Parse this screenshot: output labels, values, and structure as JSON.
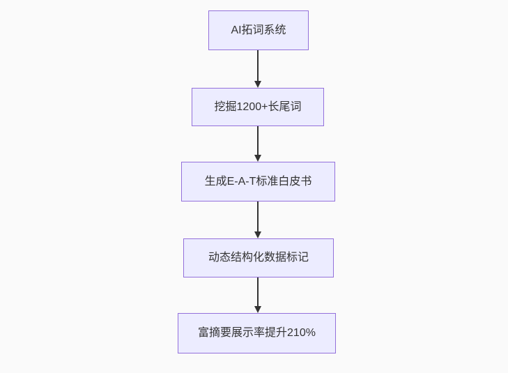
{
  "diagram": {
    "type": "flowchart",
    "direction": "top-down",
    "nodes": [
      {
        "id": "node-1",
        "label": "AI拓词系统"
      },
      {
        "id": "node-2",
        "label": "挖掘1200+长尾词"
      },
      {
        "id": "node-3",
        "label": "生成E-A-T标准白皮书"
      },
      {
        "id": "node-4",
        "label": "动态结构化数据标记"
      },
      {
        "id": "node-5",
        "label": "富摘要展示率提升210%"
      }
    ],
    "edges": [
      {
        "from": "node-1",
        "to": "node-2"
      },
      {
        "from": "node-2",
        "to": "node-3"
      },
      {
        "from": "node-3",
        "to": "node-4"
      },
      {
        "from": "node-4",
        "to": "node-5"
      }
    ],
    "style": {
      "node_fill": "#ECECFF",
      "node_border": "#9370DB",
      "node_text_color": "#333333",
      "arrow_color": "#333333",
      "canvas_background": "#fafafa"
    }
  }
}
